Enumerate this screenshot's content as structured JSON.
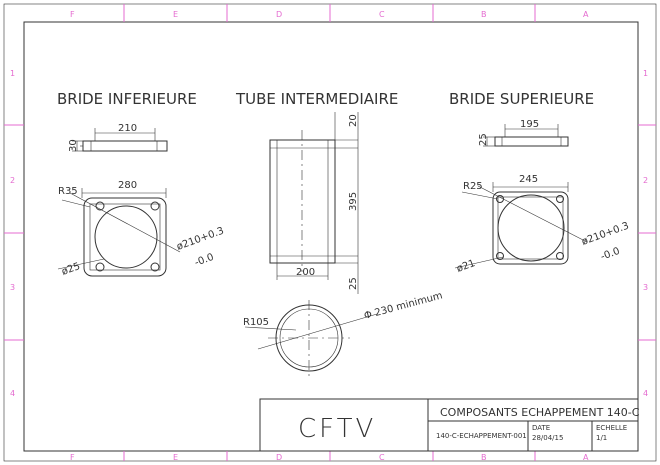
{
  "frame": {
    "top_letters": [
      "F",
      "E",
      "D",
      "C",
      "B",
      "A"
    ],
    "bottom_letters": [
      "F",
      "E",
      "D",
      "C",
      "B",
      "A"
    ],
    "left_numbers": [
      "1",
      "2",
      "3",
      "4"
    ],
    "right_numbers": [
      "1",
      "2",
      "3",
      "4"
    ]
  },
  "views": {
    "bride_inf": {
      "title": "BRIDE INFERIEURE",
      "dim_width_side": "210",
      "dim_thickness": "30",
      "dim_width_top": "280",
      "dim_radius": "R35",
      "dim_hole": "ø25",
      "dim_bore_1": "ø210+0.3",
      "dim_bore_2": "-0.0"
    },
    "tube": {
      "title": "TUBE INTERMEDIAIRE",
      "dim_top": "20",
      "dim_length": "395",
      "dim_bottom": "25",
      "dim_diameter": "200",
      "dim_radius": "R105",
      "dim_min": "Φ 230 minimum"
    },
    "bride_sup": {
      "title": "BRIDE SUPERIEURE",
      "dim_width_side": "195",
      "dim_thickness": "25",
      "dim_width_top": "245",
      "dim_radius": "R25",
      "dim_hole": "ø21",
      "dim_bore_1": "ø210+0.3",
      "dim_bore_2": "-0.0"
    }
  },
  "title_block": {
    "logo": "CFTV",
    "title": "COMPOSANTS ECHAPPEMENT 140-C",
    "ref": "140-C-ECHAPPEMENT-001",
    "date_label": "DATE",
    "date": "28/04/15",
    "scale_label": "ECHELLE",
    "scale": "1/1"
  }
}
